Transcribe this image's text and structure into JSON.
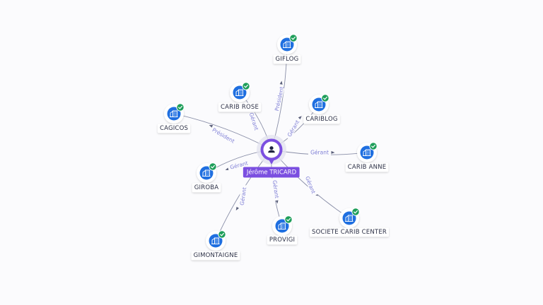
{
  "center": {
    "name": "Jérôme TRICARD",
    "icon": "person-icon",
    "color": "#7b4fe0"
  },
  "companies": [
    {
      "id": "gifflog",
      "label": "GIFLOG",
      "relation": "Président",
      "icon": "building-icon",
      "verified": true
    },
    {
      "id": "carib-rose",
      "label": "CARIB ROSE",
      "relation": "Gérant",
      "icon": "building-icon",
      "verified": true
    },
    {
      "id": "cariblog",
      "label": "CARIBLOG",
      "relation": "Gérant",
      "icon": "building-icon",
      "verified": true
    },
    {
      "id": "cagicos",
      "label": "CAGICOS",
      "relation": "Président",
      "icon": "building-icon",
      "verified": true
    },
    {
      "id": "carib-anne",
      "label": "CARIB ANNE",
      "relation": "Gérant",
      "icon": "building-icon",
      "verified": true
    },
    {
      "id": "giroba",
      "label": "GIROBA",
      "relation": "Gérant",
      "icon": "building-icon",
      "verified": true
    },
    {
      "id": "societe-carib-center",
      "label": "SOCIETE CARIB CENTER",
      "relation": "Gérant",
      "icon": "building-icon",
      "verified": true
    },
    {
      "id": "provigi",
      "label": "PROVIGI",
      "relation": "Gérant",
      "icon": "building-icon",
      "verified": true
    },
    {
      "id": "gimontaigne",
      "label": "GIMONTAIGNE",
      "relation": "Gérant",
      "icon": "building-icon",
      "verified": true
    }
  ],
  "colors": {
    "node": "#1f6fe0",
    "check": "#1e9e5a",
    "edge": "#8a8fa8",
    "edge_label": "#7f7fd6"
  }
}
